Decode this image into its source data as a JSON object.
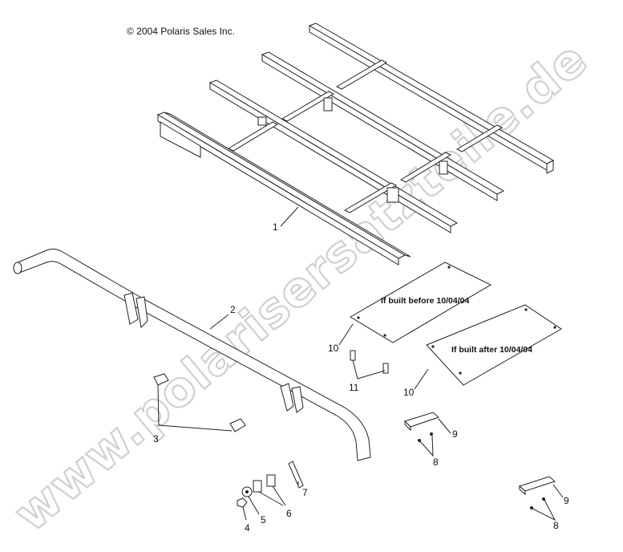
{
  "copyright": "© 2004 Polaris Sales Inc.",
  "watermark": "www.polarisersatzteile.de",
  "notes": {
    "before": "If built before 10/04/04",
    "after": "If built after 10/04/04"
  },
  "callouts": {
    "c1": "1",
    "c2": "2",
    "c3": "3",
    "c4": "4",
    "c5": "5",
    "c6": "6",
    "c7": "7",
    "c8a": "8",
    "c8b": "8",
    "c9a": "9",
    "c9b": "9",
    "c10a": "10",
    "c10b": "10",
    "c11": "11"
  }
}
